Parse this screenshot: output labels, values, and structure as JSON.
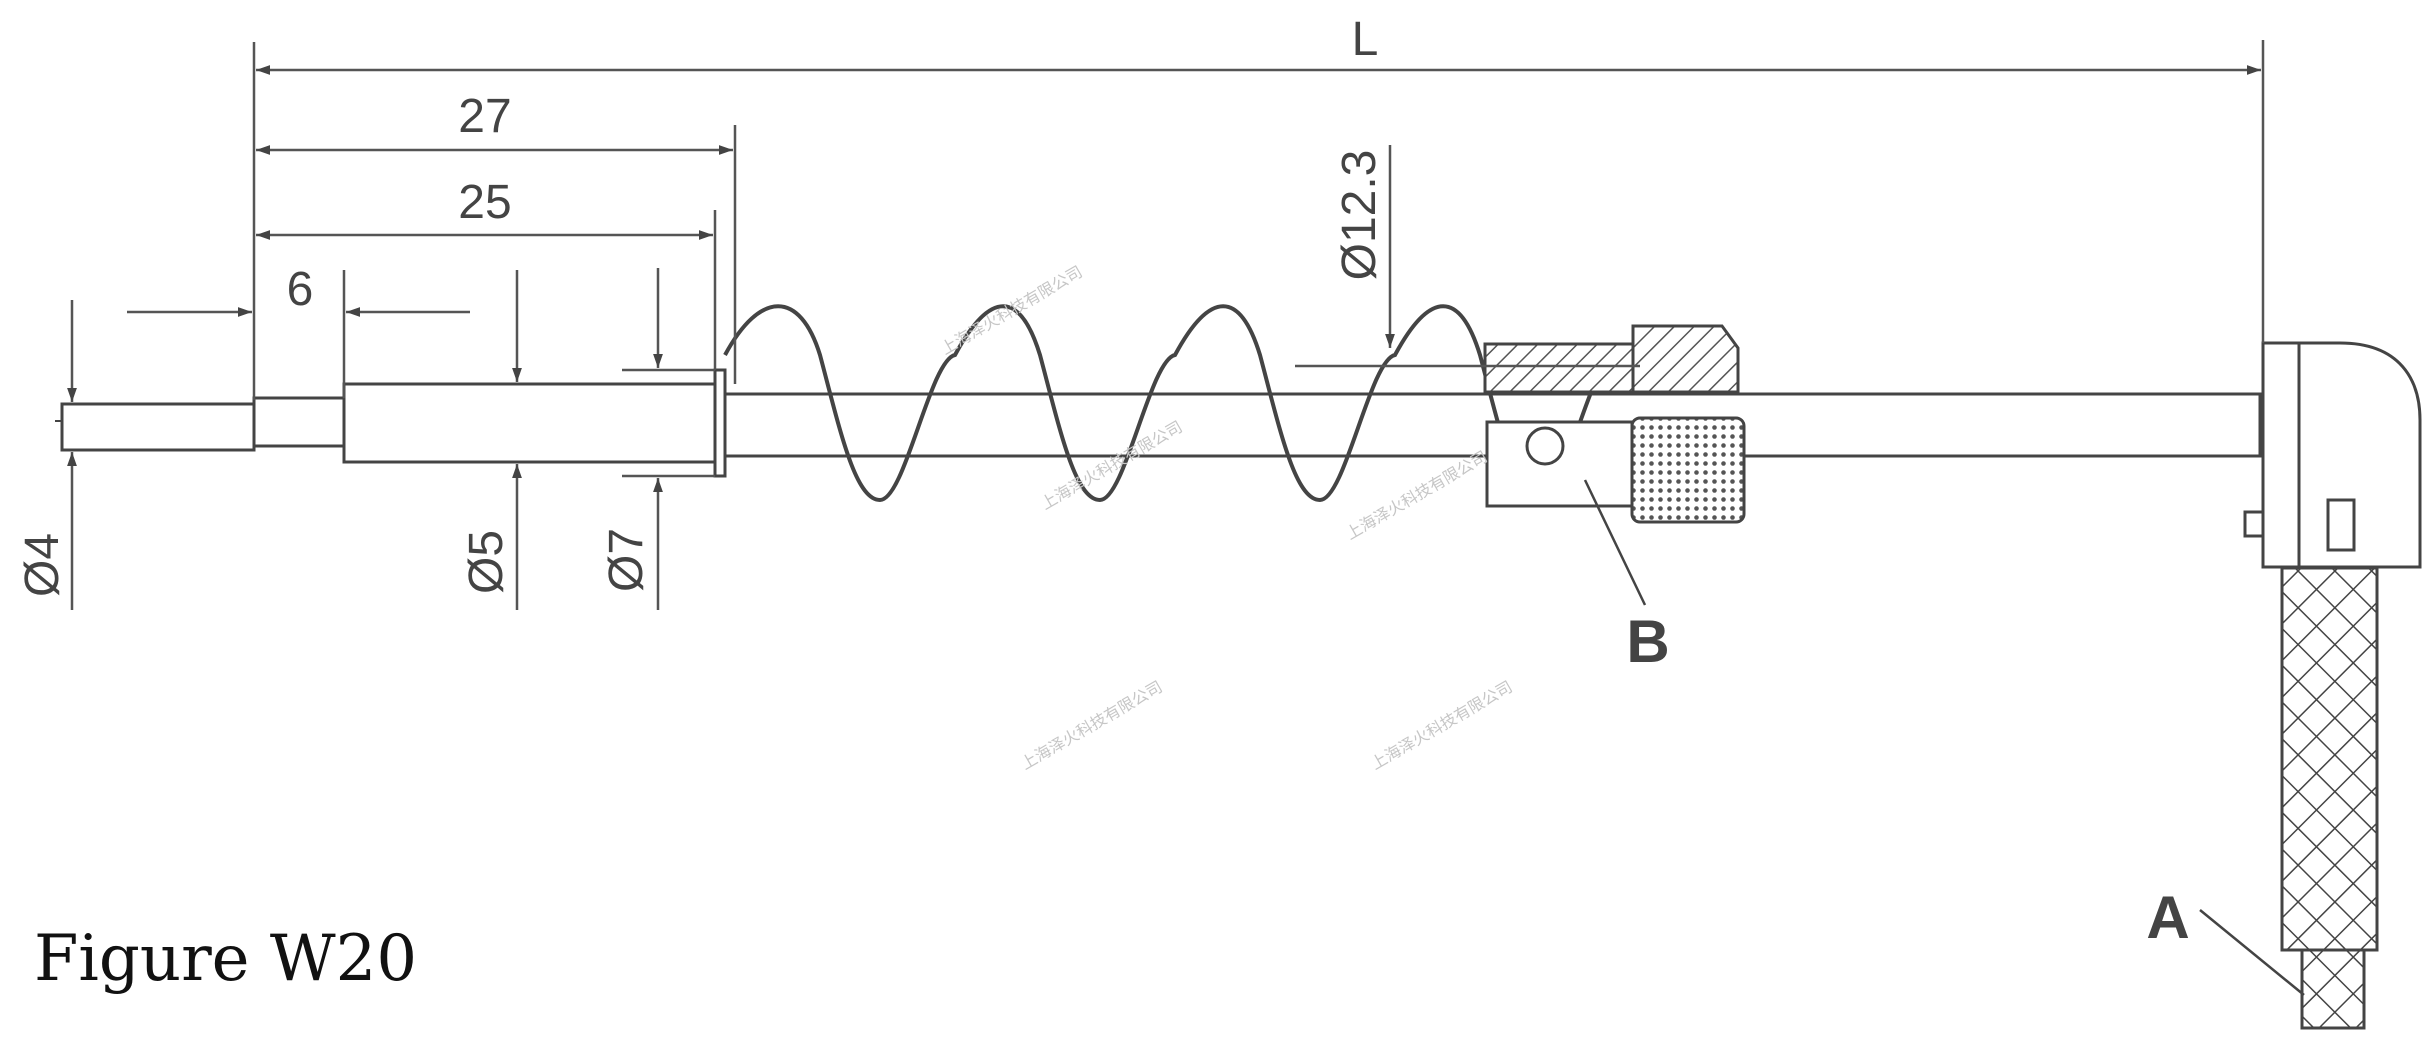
{
  "figure": {
    "caption": "Figure W20"
  },
  "dimensions": {
    "overall_length": "L",
    "length_27": "27",
    "length_25": "25",
    "length_6": "6",
    "diameter_4": "Ø4",
    "diameter_5": "Ø5",
    "diameter_7": "Ø7",
    "diameter_12_3": "Ø12.3"
  },
  "callouts": {
    "a": "A",
    "b": "B"
  },
  "watermark": {
    "text": "上海泽火科技有限公司"
  },
  "colors": {
    "line": "#444444",
    "dim_line": "#555555",
    "watermark": "#c6c6c6"
  }
}
